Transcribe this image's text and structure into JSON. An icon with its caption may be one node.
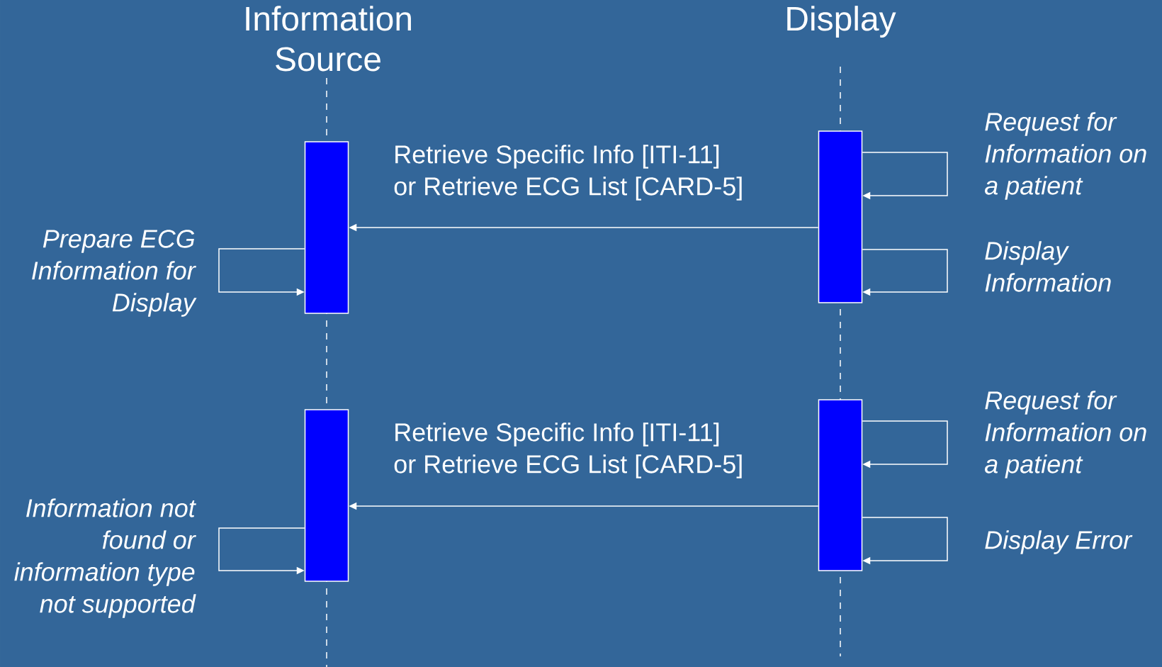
{
  "diagram": {
    "nodes": [
      {
        "text": [],
        "shape": "bar"
      },
      {
        "text": [],
        "shape": "bar"
      },
      {
        "text": [],
        "shape": "bar"
      },
      {
        "text": [],
        "shape": "bar"
      }
    ],
    "edges": [
      {
        "from": 1,
        "to": 1,
        "arrow": "to",
        "label": "Request for Information on a patient"
      },
      {
        "from": 1,
        "to": 0,
        "arrow": "to",
        "label": "Retrieve Specific Info [ITI-11] or Retrieve ECG List [CARD-5]"
      },
      {
        "from": 0,
        "to": 0,
        "arrow": "to",
        "label": "Prepare ECG Information for Display"
      },
      {
        "from": 1,
        "to": 1,
        "arrow": "to",
        "label": "Display Information"
      },
      {
        "from": 3,
        "to": 3,
        "arrow": "to",
        "label": "Request for Information on a patient"
      },
      {
        "from": 3,
        "to": 2,
        "arrow": "to",
        "label": "Retrieve Specific Info [ITI-11] or Retrieve ECG List [CARD-5]"
      },
      {
        "from": 2,
        "to": 2,
        "arrow": "to",
        "label": "Information not found or information type not supported"
      },
      {
        "from": 3,
        "to": 3,
        "arrow": "to",
        "label": "Display Error"
      }
    ],
    "labels": [
      "Information Source",
      "Display"
    ]
  }
}
